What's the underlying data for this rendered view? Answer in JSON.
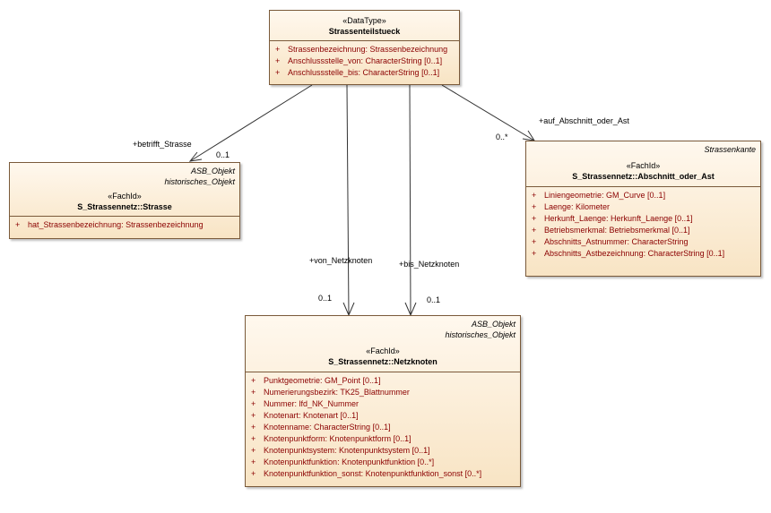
{
  "classes": {
    "strassenteilstueck": {
      "stereotype": "«DataType»",
      "name": "Strassenteilstueck",
      "attributes": [
        {
          "vis": "+",
          "text": "Strassenbezeichnung: Strassenbezeichnung"
        },
        {
          "vis": "+",
          "text": "Anschlussstelle_von: CharacterString [0..1]"
        },
        {
          "vis": "+",
          "text": "Anschlussstelle_bis: CharacterString [0..1]"
        }
      ]
    },
    "strasse": {
      "tag1": "ASB_Objekt",
      "tag2": "historisches_Objekt",
      "stereotype": "«FachId»",
      "name": "S_Strassennetz::Strasse",
      "attributes": [
        {
          "vis": "+",
          "text": "hat_Strassenbezeichnung: Strassenbezeichnung"
        }
      ]
    },
    "abschnitt": {
      "tag1": "Strassenkante",
      "stereotype": "«FachId»",
      "name": "S_Strassennetz::Abschnitt_oder_Ast",
      "attributes": [
        {
          "vis": "+",
          "text": "Liniengeometrie: GM_Curve [0..1]"
        },
        {
          "vis": "+",
          "text": "Laenge: Kilometer"
        },
        {
          "vis": "+",
          "text": "Herkunft_Laenge: Herkunft_Laenge [0..1]"
        },
        {
          "vis": "+",
          "text": "Betriebsmerkmal: Betriebsmerkmal [0..1]"
        },
        {
          "vis": "+",
          "text": "Abschnitts_Astnummer: CharacterString"
        },
        {
          "vis": "+",
          "text": "Abschnitts_Astbezeichnung: CharacterString [0..1]"
        }
      ]
    },
    "netzknoten": {
      "tag1": "ASB_Objekt",
      "tag2": "historisches_Objekt",
      "stereotype": "«FachId»",
      "name": "S_Strassennetz::Netzknoten",
      "attributes": [
        {
          "vis": "+",
          "text": "Punktgeometrie: GM_Point [0..1]"
        },
        {
          "vis": "+",
          "text": "Numerierungsbezirk: TK25_Blattnummer"
        },
        {
          "vis": "+",
          "text": "Nummer: lfd_NK_Nummer"
        },
        {
          "vis": "+",
          "text": "Knotenart: Knotenart [0..1]"
        },
        {
          "vis": "+",
          "text": "Knotenname: CharacterString [0..1]"
        },
        {
          "vis": "+",
          "text": "Knotenpunktform: Knotenpunktform [0..1]"
        },
        {
          "vis": "+",
          "text": "Knotenpunktsystem: Knotenpunktsystem [0..1]"
        },
        {
          "vis": "+",
          "text": "Knotenpunktfunktion: Knotenpunktfunktion [0..*]"
        },
        {
          "vis": "+",
          "text": "Knotenpunktfunktion_sonst: Knotenpunktfunktion_sonst [0..*]"
        }
      ]
    }
  },
  "associations": {
    "betrifft_strasse": {
      "role": "+betrifft_Strasse",
      "multiplicity": "0..1"
    },
    "auf_abschnitt": {
      "role": "+auf_Abschnitt_oder_Ast",
      "multiplicity": "0..*"
    },
    "von_netzknoten": {
      "role": "+von_Netzknoten",
      "multiplicity": "0..1"
    },
    "bis_netzknoten": {
      "role": "+bis_Netzknoten",
      "multiplicity": "0..1"
    }
  },
  "colors": {
    "line": "#333333",
    "attribute_text": "#8b0000",
    "class_fill_top": "#fff8ee",
    "class_fill_bottom": "#f8e4c4",
    "class_border": "#7a5a3a"
  }
}
